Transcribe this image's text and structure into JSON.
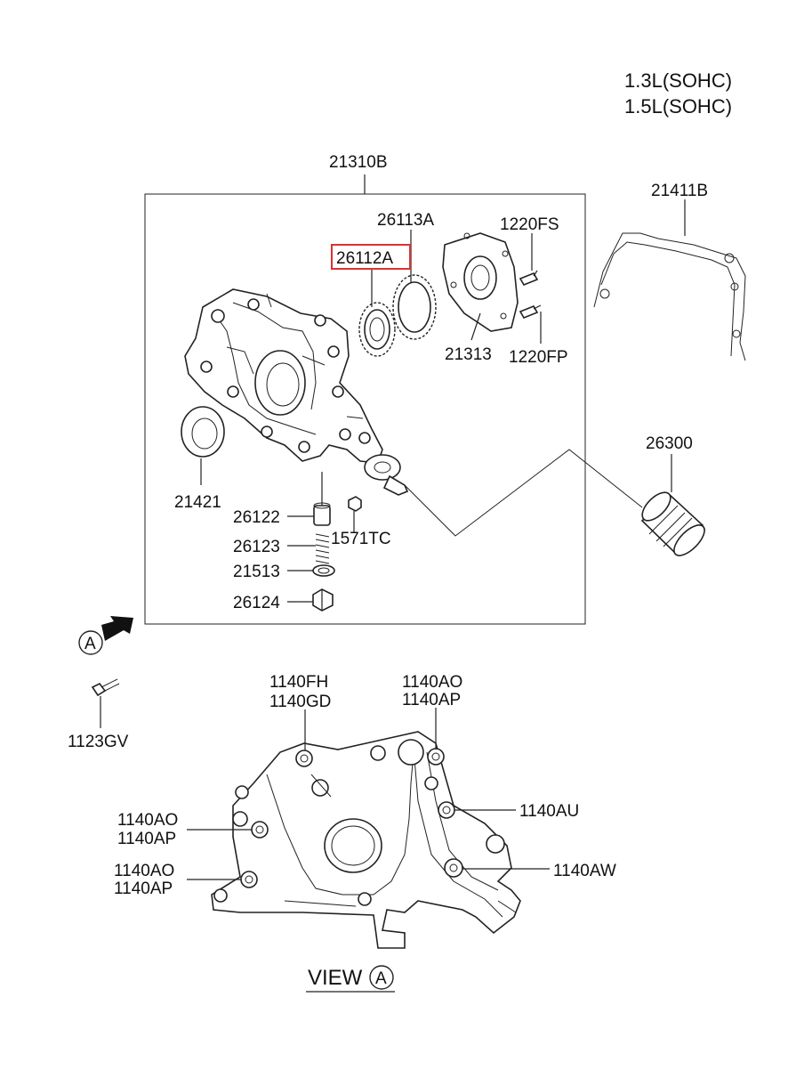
{
  "engine": {
    "line1": "1.3L(SOHC)",
    "line2": "1.5L(SOHC)"
  },
  "assembly": {
    "label": "21310B"
  },
  "parts": {
    "p26113A": "26113A",
    "p26112A": "26112A",
    "p1220FS": "1220FS",
    "p21411B": "21411B",
    "p21313": "21313",
    "p1220FP": "1220FP",
    "p26300": "26300",
    "p21421": "21421",
    "p26122": "26122",
    "p1571TC": "1571TC",
    "p26123": "26123",
    "p21513": "21513",
    "p26124": "26124",
    "p1123GV": "1123GV"
  },
  "view_a": {
    "marker": "A",
    "labels": {
      "l1140FH": "1140FH",
      "l1140GD": "1140GD",
      "l1140AO_top": "1140AO",
      "l1140AP_top": "1140AP",
      "l1140AU": "1140AU",
      "l1140AO_mid": "1140AO",
      "l1140AP_mid": "1140AP",
      "l1140AO_low": "1140AO",
      "l1140AP_low": "1140AP",
      "l1140AW": "1140AW"
    },
    "caption_word": "VIEW",
    "caption_marker": "A"
  },
  "highlight_color": "#e03030"
}
